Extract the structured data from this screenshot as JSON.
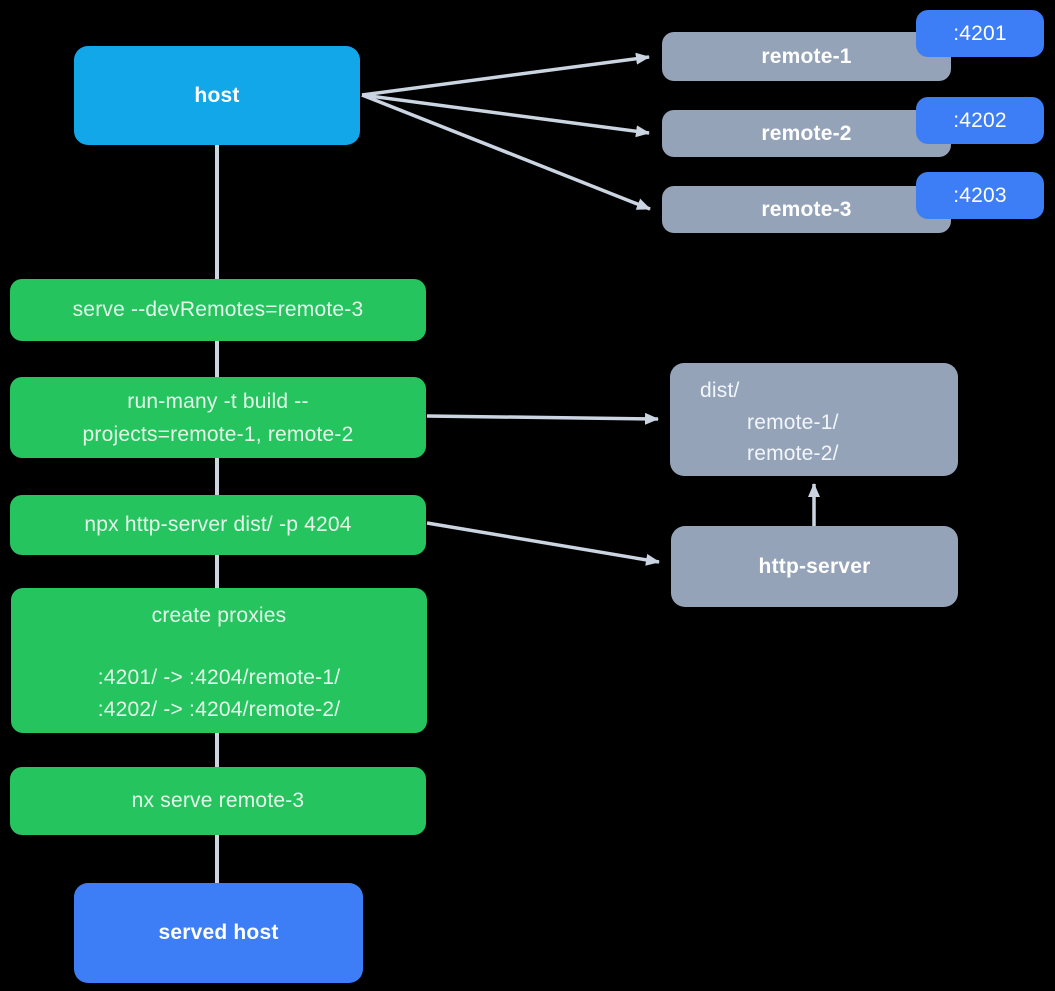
{
  "diagram": {
    "colors": {
      "background": "#000000",
      "host_fill": "#12a7e9",
      "step_fill": "#26c45f",
      "remote_fill": "#94a3b8",
      "port_fill": "#3d7ef6",
      "edge": "#cbd5e1",
      "step_text": "#e4f6ea"
    },
    "host": {
      "label": "host"
    },
    "remotes": [
      {
        "label": "remote-1",
        "port": ":4201"
      },
      {
        "label": "remote-2",
        "port": ":4202"
      },
      {
        "label": "remote-3",
        "port": ":4203"
      }
    ],
    "steps": [
      {
        "label": "serve --devRemotes=remote-3"
      },
      {
        "lines": [
          "run-many -t build --",
          "projects=remote-1, remote-2"
        ]
      },
      {
        "label": "npx http-server dist/ -p 4204"
      },
      {
        "title": "create proxies",
        "lines": [
          ":4201/ -> :4204/remote-1/",
          ":4202/ -> :4204/remote-2/"
        ]
      },
      {
        "label": "nx serve remote-3"
      }
    ],
    "dist": {
      "lines": [
        "dist/",
        "remote-1/",
        "remote-2/"
      ]
    },
    "http_server": {
      "label": "http-server"
    },
    "served_host": {
      "label": "served host"
    }
  }
}
